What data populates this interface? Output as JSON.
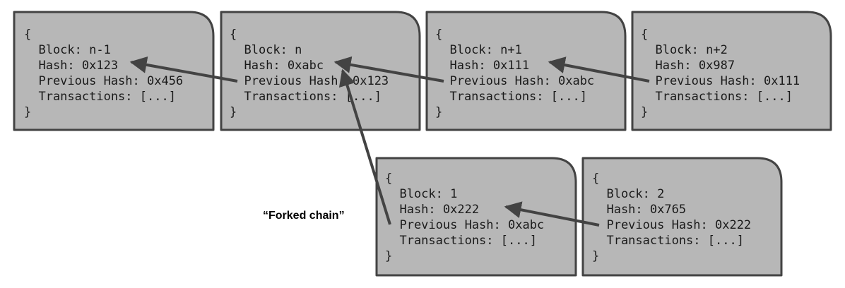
{
  "colors": {
    "block_fill": "#b7b7b7",
    "block_stroke": "#434343",
    "arrow": "#434343",
    "text": "#1a1a1a"
  },
  "fork_label": "“Forked chain”",
  "blocks": [
    {
      "id": "block-n-minus-1",
      "open_brace": "{",
      "line_block": "  Block: n-1",
      "line_hash": "  Hash: 0x123",
      "line_prev": "  Previous Hash: 0x456",
      "line_tx": "  Transactions: [...]",
      "close_brace": "}"
    },
    {
      "id": "block-n",
      "open_brace": "{",
      "line_block": "  Block: n",
      "line_hash": "  Hash: 0xabc",
      "line_prev": "  Previous Hash: 0x123",
      "line_tx": "  Transactions: [...]",
      "close_brace": "}"
    },
    {
      "id": "block-n-plus-1",
      "open_brace": "{",
      "line_block": "  Block: n+1",
      "line_hash": "  Hash: 0x111",
      "line_prev": "  Previous Hash: 0xabc",
      "line_tx": "  Transactions: [...]",
      "close_brace": "}"
    },
    {
      "id": "block-n-plus-2",
      "open_brace": "{",
      "line_block": "  Block: n+2",
      "line_hash": "  Hash: 0x987",
      "line_prev": "  Previous Hash: 0x111",
      "line_tx": "  Transactions: [...]",
      "close_brace": "}"
    },
    {
      "id": "fork-block-1",
      "open_brace": "{",
      "line_block": "  Block: 1",
      "line_hash": "  Hash: 0x222",
      "line_prev": "  Previous Hash: 0xabc",
      "line_tx": "  Transactions: [...]",
      "close_brace": "}"
    },
    {
      "id": "fork-block-2",
      "open_brace": "{",
      "line_block": "  Block: 2",
      "line_hash": "  Hash: 0x765",
      "line_prev": "  Previous Hash: 0x222",
      "line_tx": "  Transactions: [...]",
      "close_brace": "}"
    }
  ]
}
